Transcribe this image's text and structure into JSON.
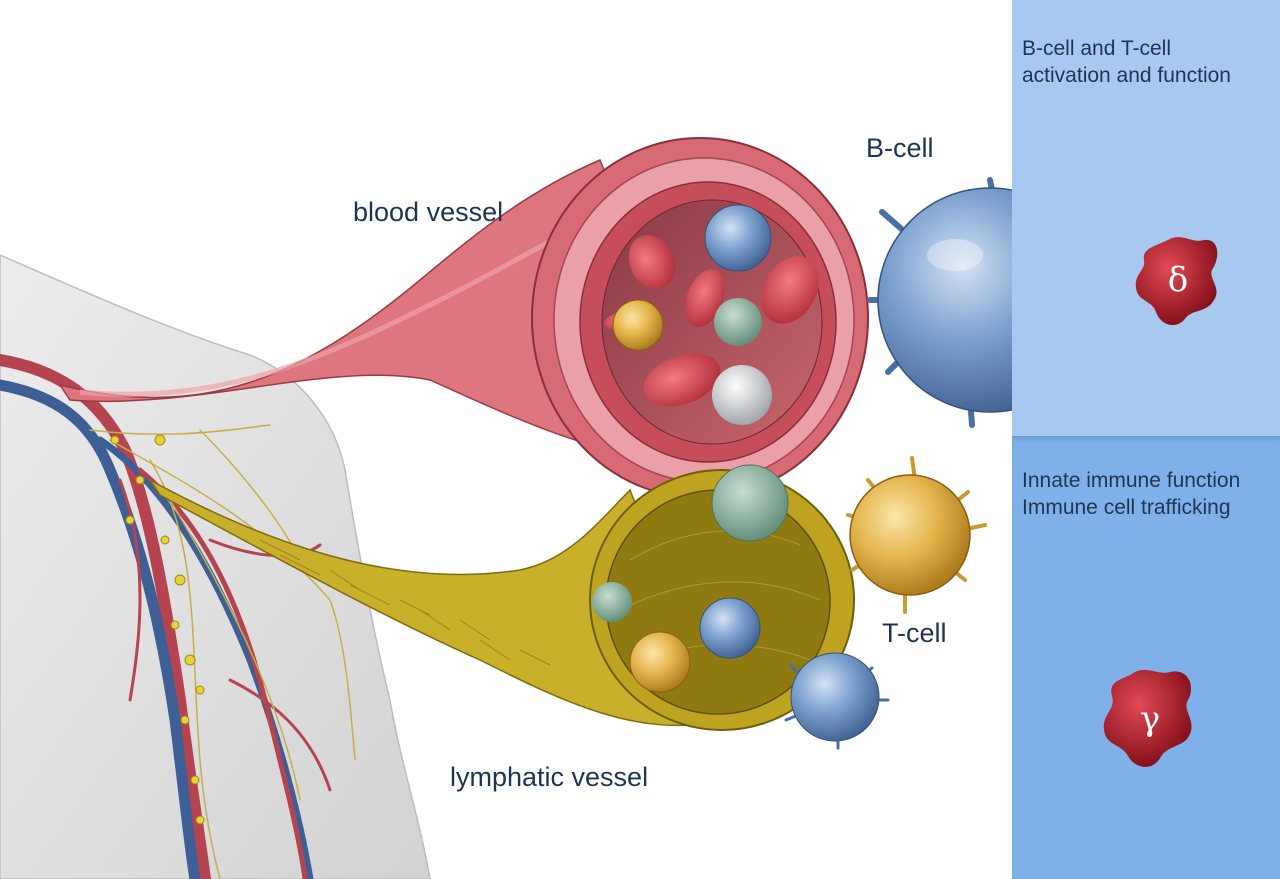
{
  "labels": {
    "blood_vessel": "blood vessel",
    "lymphatic_vessel": "lymphatic vessel",
    "b_cell": "B-cell",
    "t_cell": "T-cell"
  },
  "panels": {
    "top": {
      "text": "B-cell and T-cell\nactivation and function",
      "symbol": "δ",
      "color": "#a7c8ef"
    },
    "bottom": {
      "text": "Innate immune function\nImmune cell trafficking",
      "symbol": "γ",
      "color": "#7fb0e9"
    }
  },
  "colors": {
    "blood_vessel": "#d9636f",
    "lymphatic_vessel": "#c4ad22",
    "b_cell": "#6b93c4",
    "t_cell": "#e2b142",
    "symbol_cell": "#9e1320",
    "text": "#1c3554"
  }
}
